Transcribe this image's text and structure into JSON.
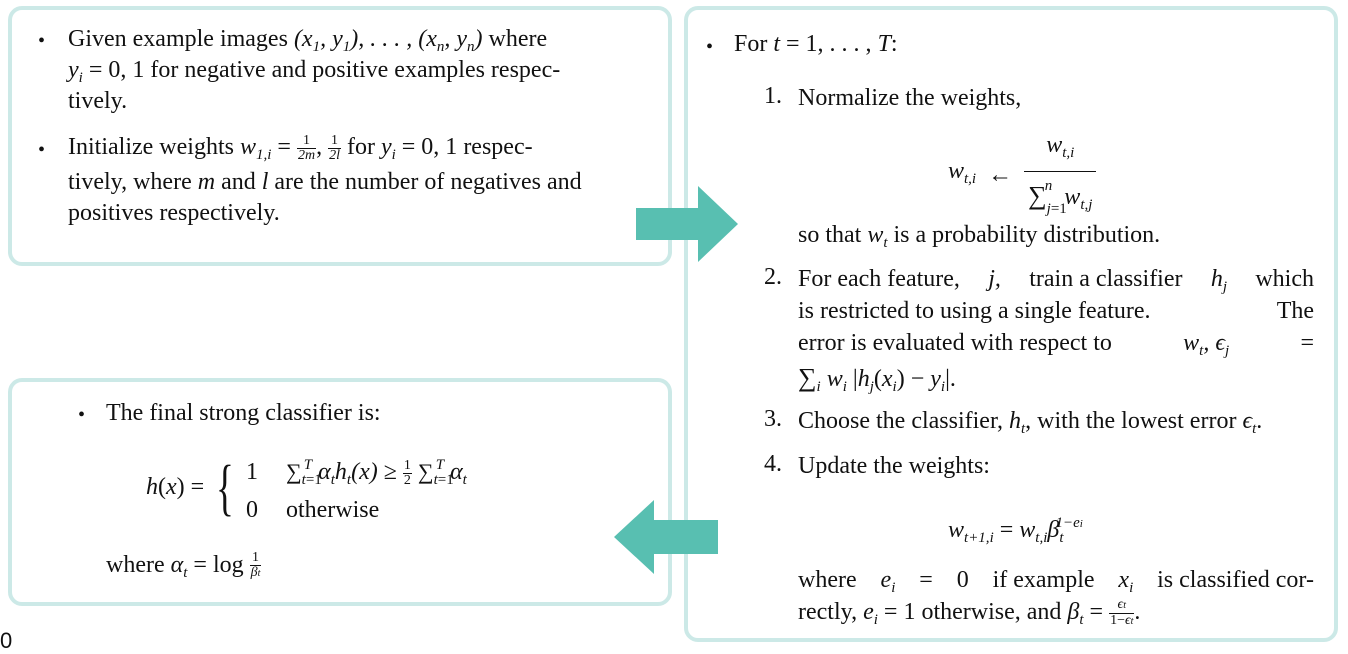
{
  "colors": {
    "border": "#cce9e7",
    "arrow": "#58bfb1"
  },
  "init_box": {
    "bullet": "•",
    "item1": {
      "text_a": "Given example images",
      "math": "(x₁, y₁), . . . , (xₙ, yₙ)",
      "text_b": "where",
      "math2": "yᵢ = 0, 1",
      "text_c": "for negative and positive examples respec-",
      "text_d": "tively."
    },
    "item2": {
      "text_a": "Initialize weights",
      "math": "w₁,ᵢ = 1/2m, 1/2l",
      "text_b": "for",
      "math2": "yᵢ = 0, 1",
      "text_c": "respec-",
      "text_d": "tively, where",
      "m": "m",
      "and": "and",
      "l": "l",
      "text_e": "are the number of negatives and",
      "text_f": "positives respectively."
    }
  },
  "loop_box": {
    "header": {
      "bullet": "•",
      "text": "For",
      "math": "t = 1, . . . , T:"
    },
    "steps": [
      {
        "num": "1.",
        "text": "Normalize the weights,",
        "after": "so that",
        "after_math": "wₜ",
        "after_b": "is a probability distribution."
      },
      {
        "num": "2.",
        "l1_a": "For each feature,",
        "l1_j": "j,",
        "l1_b": "train a classifier",
        "l1_h": "hⱼ",
        "l1_c": "which",
        "l2": "is restricted to using a single feature.",
        "l2b": "The",
        "l3_a": "error is evaluated with respect to",
        "l3_w": "wₜ, εⱼ",
        "l3_eq": "=",
        "l4": "Σᵢ wᵢ |hⱼ(xᵢ) − yᵢ|."
      },
      {
        "num": "3.",
        "text_a": "Choose the classifier,",
        "math": "hₜ,",
        "text_b": "with the lowest error",
        "math2": "εₜ."
      },
      {
        "num": "4.",
        "text": "Update the weights:",
        "after_a": "where",
        "after_e": "eᵢ = 0",
        "after_b": "if example",
        "after_x": "xᵢ",
        "after_c": "is classified cor-",
        "l2_a": "rectly,",
        "l2_e": "eᵢ = 1",
        "l2_b": "otherwise, and",
        "l2_beta": "βₜ = εₜ/(1−εₜ)."
      }
    ],
    "formula1": {
      "lhs": "wₜ,ᵢ ←",
      "num": "wₜ,ᵢ",
      "den": "Σⱼ₌₁ⁿ wₜ,ⱼ"
    },
    "formula2": {
      "text": "wₜ₊₁,ᵢ = wₜ,ᵢ βₜ^(1−eᵢ)"
    }
  },
  "final_box": {
    "bullet": "•",
    "text": "The final strong classifier is:",
    "lhs": "h(x) =",
    "case1_val": "1",
    "case1_cond": "Σₜ₌₁ᵀ αₜhₜ(x) ≥ ½ Σₜ₌₁ᵀ αₜ",
    "case2_val": "0",
    "case2_cond": "otherwise",
    "where": "where",
    "alpha_def": "αₜ = log 1/βₜ"
  },
  "corner_label": "0"
}
